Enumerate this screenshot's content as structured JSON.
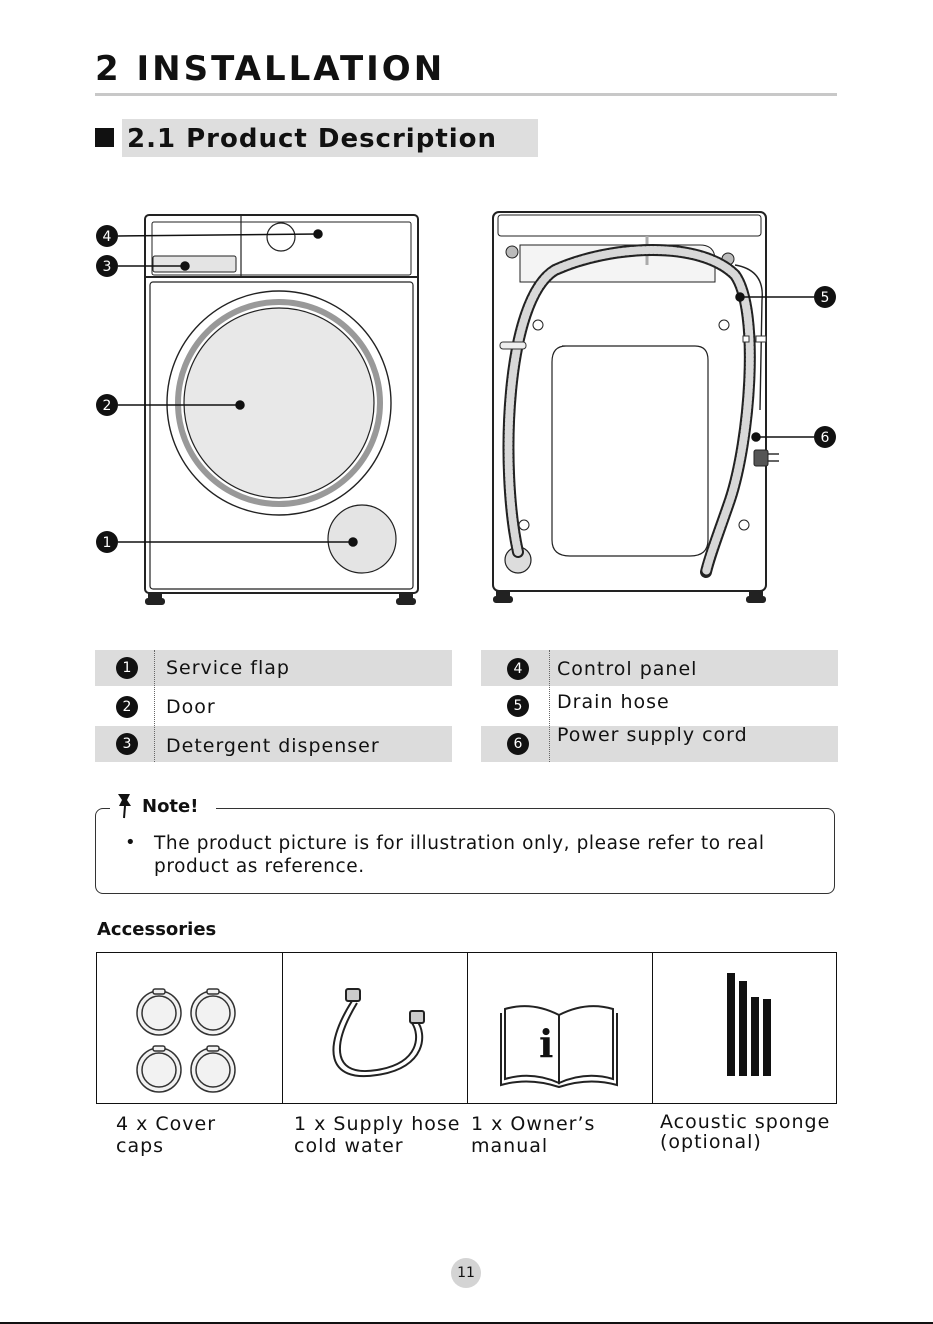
{
  "header": {
    "section_title": "2  INSTALLATION"
  },
  "subheader": {
    "title": "2.1  Product Description"
  },
  "figure_callouts": [
    "4",
    "3",
    "2",
    "1",
    "5",
    "6"
  ],
  "legend": [
    {
      "num": "1",
      "label": "Service flap"
    },
    {
      "num": "2",
      "label": "Door"
    },
    {
      "num": "3",
      "label": "Detergent dispenser"
    },
    {
      "num": "4",
      "label": "Control panel"
    },
    {
      "num": "5",
      "label": "Drain hose"
    },
    {
      "num": "6",
      "label": "Power supply cord"
    }
  ],
  "note": {
    "title": "Note!",
    "bullet": "•",
    "text": "The product picture is for illustration only, please refer to real product as reference."
  },
  "accessories": {
    "title": "Accessories",
    "items": [
      {
        "label": "4 x Cover caps",
        "icon": "cover-caps-icon"
      },
      {
        "label": "1 x Supply hose cold water",
        "icon": "supply-hose-icon"
      },
      {
        "label": "1 x Owner’s manual",
        "icon": "manual-icon"
      },
      {
        "label": "Acoustic sponge (optional)",
        "icon": "acoustic-sponge-icon"
      }
    ]
  },
  "page_number": "11",
  "colors": {
    "shade": "#dcdcdc",
    "ink": "#111111",
    "rule": "#c8c8c8"
  }
}
